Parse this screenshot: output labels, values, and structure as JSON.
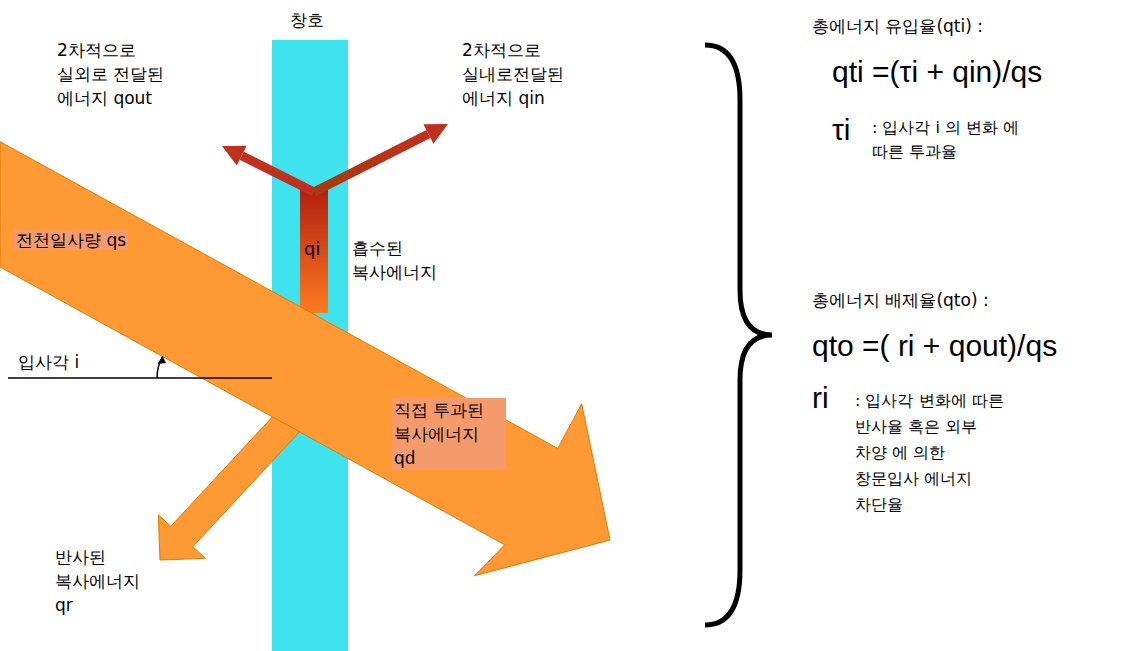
{
  "diagram": {
    "labels": [
      "창호",
      "2차적으로 실외로 전달된 에너지 qout",
      "2차적으로 실내로전달된 에너지 qin",
      "qi",
      "흡수된 복사에너지",
      "전천일사량 qs",
      "입사각 i",
      "직접 투과된 복사에너지 qd",
      "반사된 복사에너지 qr",
      "총에너지 유입율(qti) :",
      "qti =(τi + qin)/qs",
      "τi",
      ": 입사각 i 의 변화 에 따른 투과율",
      "총에너지 배제율(qto) :",
      "qto =( ri + qout)/qs",
      "ri",
      ": 입사각 변화에 따른 반사율 혹은 외부 차양 에 의한 창문입사 에너지 차단율"
    ]
  }
}
